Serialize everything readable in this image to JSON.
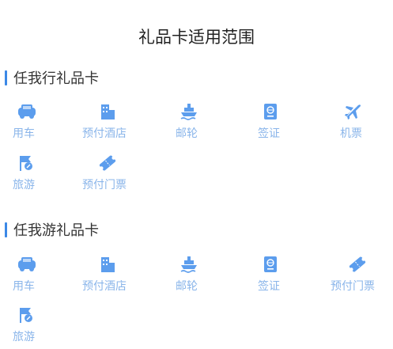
{
  "page": {
    "title": "礼品卡适用范围"
  },
  "accent_color": "#3b88e6",
  "icon_color": "#5c9ded",
  "label_color": "#8ab5ea",
  "sections": [
    {
      "title": "任我行礼品卡",
      "items": [
        {
          "label": "用车",
          "icon": "car-icon"
        },
        {
          "label": "预付酒店",
          "icon": "hotel-icon"
        },
        {
          "label": "邮轮",
          "icon": "cruise-icon"
        },
        {
          "label": "签证",
          "icon": "visa-icon"
        },
        {
          "label": "机票",
          "icon": "plane-icon"
        },
        {
          "label": "旅游",
          "icon": "travel-flag-icon"
        },
        {
          "label": "预付门票",
          "icon": "ticket-icon"
        }
      ]
    },
    {
      "title": "任我游礼品卡",
      "items": [
        {
          "label": "用车",
          "icon": "car-icon"
        },
        {
          "label": "预付酒店",
          "icon": "hotel-icon"
        },
        {
          "label": "邮轮",
          "icon": "cruise-icon"
        },
        {
          "label": "签证",
          "icon": "visa-icon"
        },
        {
          "label": "预付门票",
          "icon": "ticket-icon"
        },
        {
          "label": "旅游",
          "icon": "travel-flag-icon"
        }
      ]
    }
  ]
}
